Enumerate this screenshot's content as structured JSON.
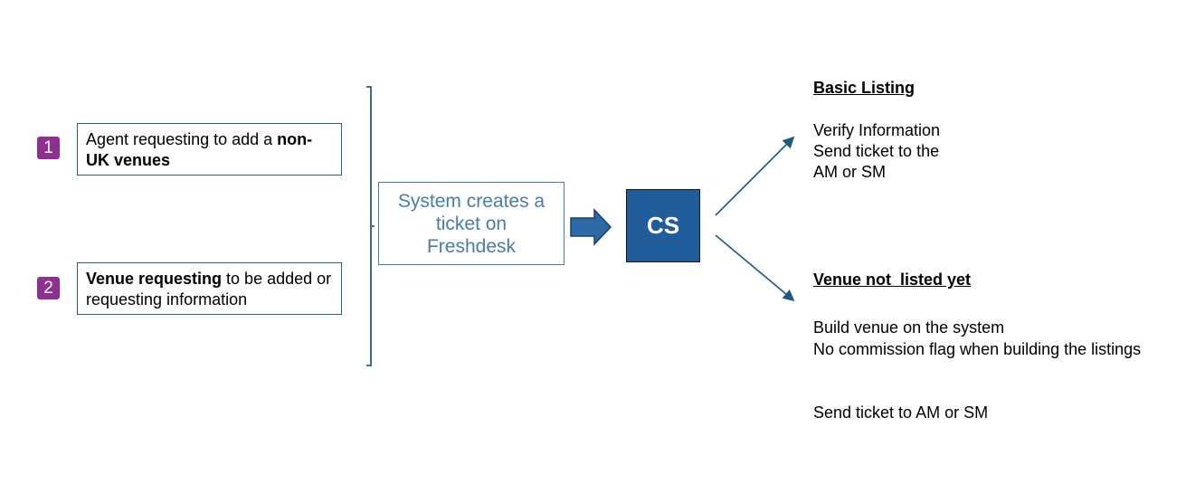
{
  "colors": {
    "badge": "#8e2f91",
    "border": "#2a5f80",
    "system_text": "#4a7ca8",
    "cs_fill": "#215d9b",
    "arrow": "#1f5a7a"
  },
  "inputs": [
    {
      "number": "1",
      "text_before": "Agent requesting to add a ",
      "text_bold": "non-UK venues",
      "text_after": ""
    },
    {
      "number": "2",
      "text_before": "",
      "text_bold": "Venue requesting",
      "text_after": " to be added or requesting information"
    }
  ],
  "system": {
    "text": "System creates a ticket on Freshdesk"
  },
  "cs": {
    "label": "CS"
  },
  "outcomes": {
    "basic": {
      "heading": "Basic Listing",
      "lines": [
        "Verify Information",
        "Send ticket to the",
        "AM or SM"
      ]
    },
    "not_listed": {
      "heading": "Venue not  listed yet",
      "lines": [
        "Build venue on the system",
        "No commission flag when building the listings"
      ],
      "final": "Send ticket to AM or SM"
    }
  }
}
